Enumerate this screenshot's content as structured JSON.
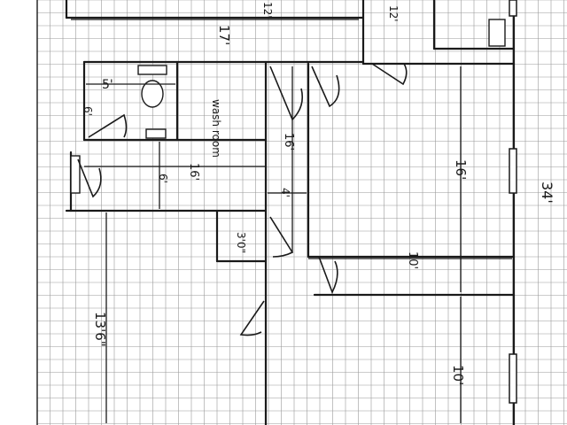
{
  "plan": {
    "labels": {
      "top_width": "17'",
      "top_small_a": "12'",
      "top_small_b": "12'",
      "bath_width": "5'",
      "bath_depth": "6'",
      "wash_room": "wash room",
      "closet_depth": "16'",
      "hall_width": "16'",
      "closet_width": "6'",
      "corridor_gap": "4'",
      "right_room_depth": "16'",
      "overall_length": "34'",
      "door_opening": "3'0\"",
      "mid_room_width": "10'",
      "left_room_length": "13'6\"",
      "lower_room_depth": "10'"
    },
    "colors": {
      "ink": "#1a1a1a",
      "grid": "#9a9a9a",
      "paper": "#ffffff"
    }
  }
}
